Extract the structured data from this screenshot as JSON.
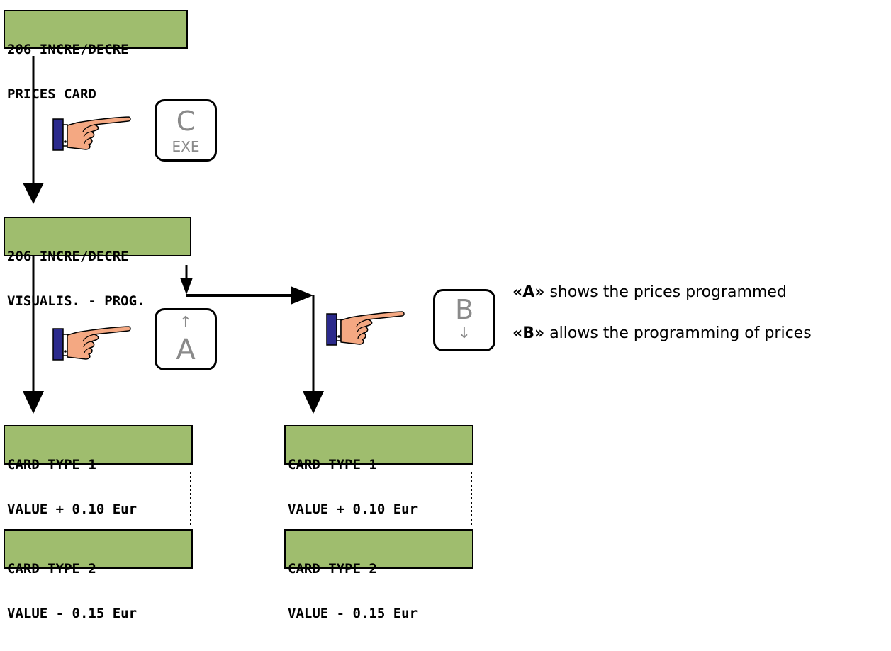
{
  "lcd_top": {
    "line1": "206 INCRE/DECRE",
    "line2": "PRICES CARD"
  },
  "lcd_mid": {
    "line1": "206 INCRE/DECRE",
    "line2": "VISUALIS. - PROG."
  },
  "lcd_left_1": {
    "line1": "CARD TYPE 1",
    "line2": "VALUE + 0.10 Eur"
  },
  "lcd_left_2": {
    "line1": "CARD TYPE 2",
    "line2": "VALUE - 0.15 Eur"
  },
  "lcd_right_1": {
    "line1": "CARD TYPE 1",
    "line2": "VALUE + 0.10 Eur"
  },
  "lcd_right_2": {
    "line1": "CARD TYPE 2",
    "line2": "VALUE - 0.15 Eur"
  },
  "key_c": {
    "main": "C",
    "sub": "EXE"
  },
  "key_a": {
    "arrow": "↑",
    "main": "A"
  },
  "key_b": {
    "main": "B",
    "arrow": "↓"
  },
  "notes": {
    "a_key": "«A»",
    "a_text": " shows the prices programmed",
    "b_key": "«B»",
    "b_text": " allows the programming of prices"
  },
  "colors": {
    "lcd": "#9fbd6e",
    "cuff": "#2b2a8c",
    "hand": "#f4a882",
    "key_text": "#8a8a8a"
  }
}
